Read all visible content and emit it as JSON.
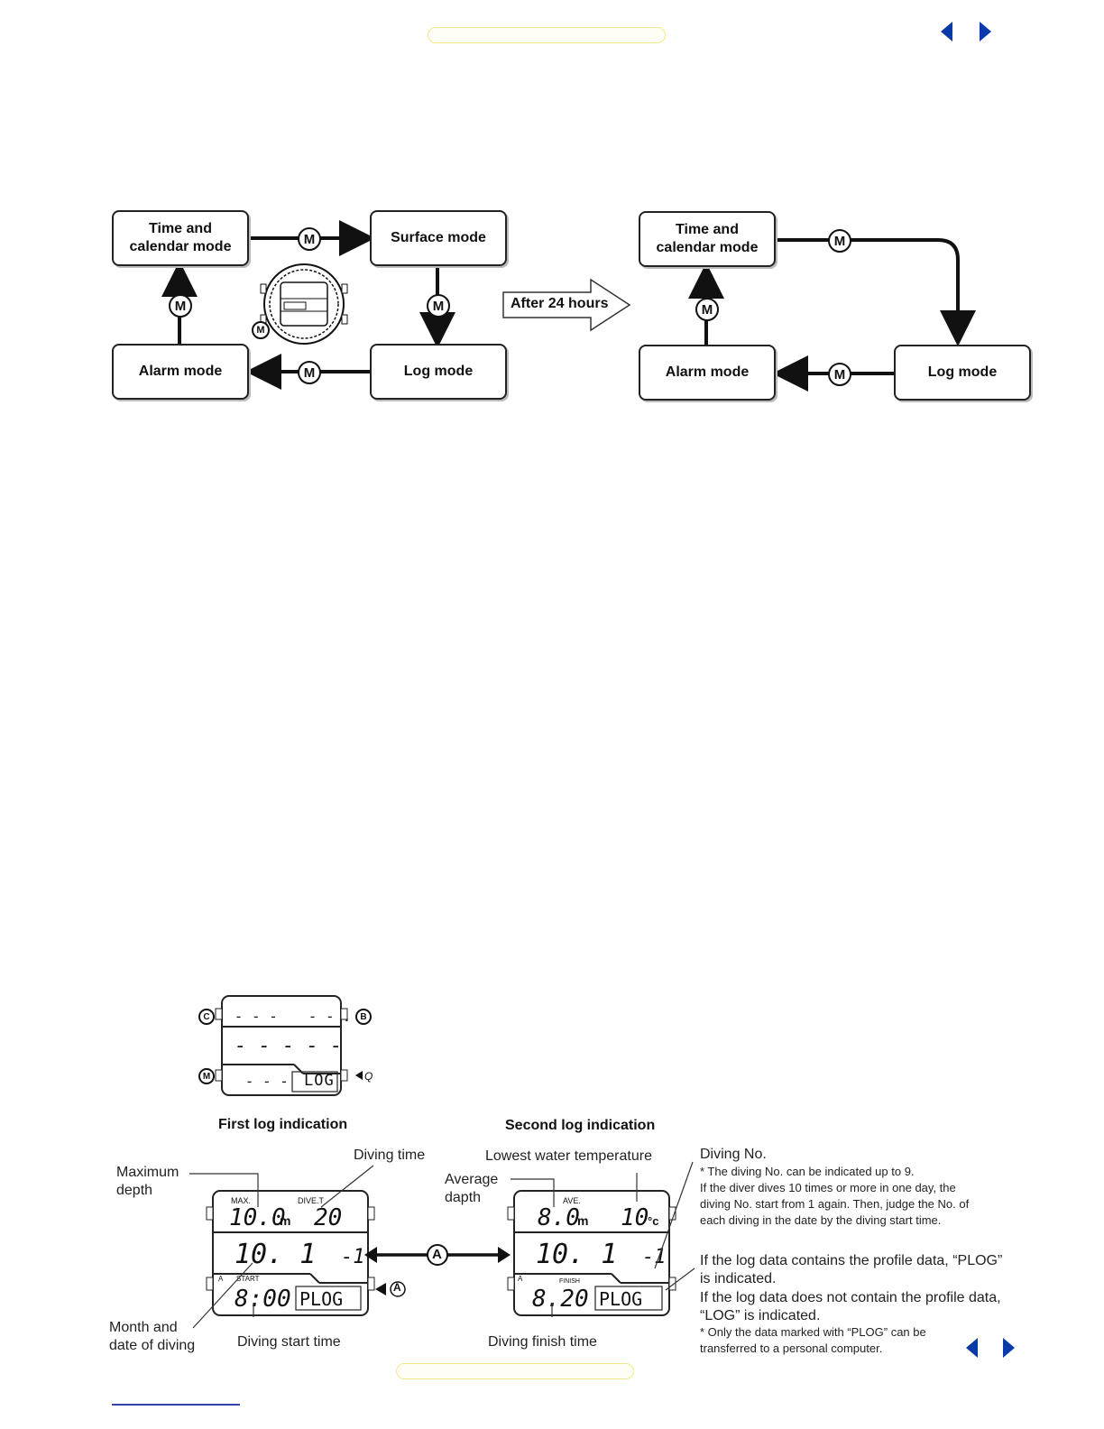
{
  "nav": {
    "accent": "#0a3aa8",
    "prev_icon": "triangle-left-icon",
    "next_icon": "triangle-right-icon"
  },
  "flow_left": {
    "time_calendar": "Time and\ncalendar mode",
    "surface": "Surface mode",
    "alarm": "Alarm mode",
    "log": "Log mode",
    "button": "M"
  },
  "transition_label": "After 24 hours",
  "flow_right": {
    "time_calendar": "Time and\ncalendar mode",
    "alarm": "Alarm mode",
    "log": "Log mode",
    "button": "M"
  },
  "small_display": {
    "button_c": "C",
    "button_b": "B",
    "button_m": "M",
    "log_label": "LOG"
  },
  "headings": {
    "first": "First log indication",
    "second": "Second log indication"
  },
  "first_display": {
    "max_label": "MAX.",
    "max_depth": "10.0",
    "depth_unit": "m",
    "dive_t_label": "DIVE.T",
    "dive_time": "20",
    "date": "10.  1",
    "dive_no": "-1",
    "start_label": "START",
    "a_label": "A",
    "start_time": "8:00",
    "plog": "PLOG"
  },
  "second_display": {
    "ave_label": "AVE.",
    "avg_depth": "8.0",
    "depth_unit": "m",
    "temp": "10",
    "temp_unit": "°c",
    "date": "10.  1",
    "dive_no": "-1",
    "finish_label": "FINISH",
    "a_label": "A",
    "finish_time": "8.20",
    "plog": "PLOG"
  },
  "a_button": "A",
  "callouts": {
    "maximum_depth": "Maximum\ndepth",
    "diving_time": "Diving time",
    "month_date": "Month and\ndate of diving",
    "diving_start": "Diving start time",
    "lowest_temp": "Lowest water temperature",
    "average_depth": "Average\ndapth",
    "diving_finish": "Diving finish time",
    "diving_no": "Diving No."
  },
  "notes": {
    "diving_no_note": "*   The diving No. can be indicated up to 9.\n     If the diver dives 10 times or more in one day, the\n     diving No. start from 1 again. Then, judge the No. of\n     each diving in the date by the diving start time.",
    "plog_line1": "If the log data contains the profile data, “PLOG”\nis indicated.",
    "plog_line2": "If the log data does not contain the profile data,\n“LOG” is indicated.",
    "plog_note": "*   Only the data marked with “PLOG” can be\n     transferred to a personal computer."
  }
}
